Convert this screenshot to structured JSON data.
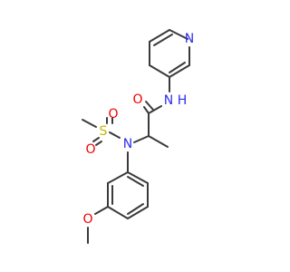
{
  "molecule": {
    "colors": {
      "bond": "#3a3a3a",
      "carbon_text": "#3a3a3a",
      "nitrogen": "#2e2ef0",
      "oxygen": "#f00000",
      "sulfur": "#c8b400"
    },
    "atoms": {
      "pyridine_n": "N",
      "amide_nh": "N",
      "amide_h": "H",
      "carbonyl_o": "O",
      "sulfonamide_n": "N",
      "sulfur": "S",
      "sulfonyl_o_top": "O",
      "sulfonyl_o_bottom": "O",
      "methoxy_o": "O"
    }
  }
}
